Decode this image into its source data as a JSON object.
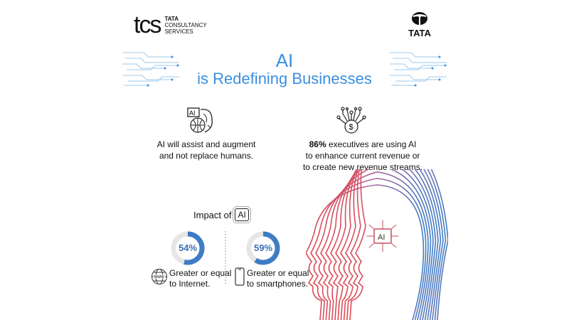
{
  "logos": {
    "tcs_mark": "tcs",
    "tcs_lines": [
      "TATA",
      "CONSULTANCY",
      "SERVICES"
    ],
    "tata": "TATA"
  },
  "title": {
    "line1": "AI",
    "line2": "is Redefining Businesses"
  },
  "facts": [
    {
      "icon": "brain-ai-icon",
      "lines": [
        "AI will assist and augment",
        "and not replace humans."
      ]
    },
    {
      "icon": "money-network-icon",
      "bold": "86%",
      "lines": [
        " executives are using AI",
        "to enhance current revenue or",
        "to create new revenue streams."
      ]
    }
  ],
  "impact": {
    "label": "Impact of",
    "chip": "AI",
    "items": [
      {
        "percent": 54,
        "percent_label": "54%",
        "lines": [
          "Greater or equal",
          "to Internet."
        ],
        "icon": "globe-www-icon"
      },
      {
        "percent": 59,
        "percent_label": "59%",
        "lines": [
          "Greater or equal",
          "to smartphones."
        ],
        "icon": "smartphone-icon"
      }
    ]
  },
  "colors": {
    "accent": "#3b8fde",
    "donut": "#3f7cc4",
    "track": "#e6e6e6"
  },
  "head_chip": "AI"
}
